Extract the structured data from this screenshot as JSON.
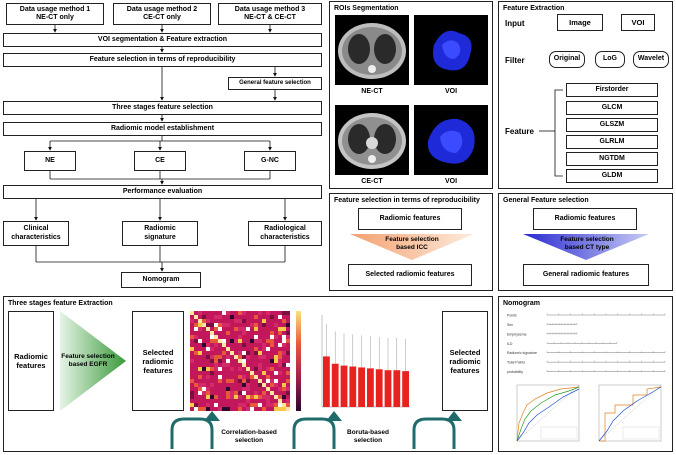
{
  "workflow": {
    "usage": [
      {
        "title": "Data usage method 1",
        "sub": "NE-CT only"
      },
      {
        "title": "Data usage method 2",
        "sub": "CE-CT only"
      },
      {
        "title": "Data usage method 3",
        "sub": "NE-CT & CE-CT"
      }
    ],
    "voi_seg": "VOI segmentation & Feature extraction",
    "feat_repro": "Feature selection in terms of reproducibility",
    "general_fs": "General feature selection",
    "three_stage": "Three stages feature selection",
    "model_est": "Radiomic model establishment",
    "models": [
      "NE",
      "CE",
      "G-NC"
    ],
    "perf_eval": "Performance evaluation",
    "outputs": [
      "Clinical\ncharacteristics",
      "Radiomic\nsignature",
      "Radiological\ncharacteristics"
    ],
    "nomogram": "Nomogram"
  },
  "rois": {
    "title": "ROIs Segmentation",
    "labels": [
      "NE-CT",
      "VOI",
      "CE-CT",
      "VOI"
    ]
  },
  "feature_extraction": {
    "title": "Feature Extraction",
    "input_label": "Input",
    "inputs": [
      "Image",
      "VOI"
    ],
    "filter_label": "Filter",
    "filters": [
      "Original",
      "LoG",
      "Wavelet"
    ],
    "feature_label": "Feature",
    "features": [
      "Firstorder",
      "GLCM",
      "GLSZM",
      "GLRLM",
      "NGTDM",
      "GLDM"
    ]
  },
  "repro": {
    "title": "Feature selection in terms of reproducibility",
    "top": "Radiomic features",
    "funnel": "Feature selection\nbased ICC",
    "bottom": "Selected radiomic features",
    "color": "#f4a070"
  },
  "general": {
    "title": "General Feature selection",
    "top": "Radiomic features",
    "funnel": "Feature selection\nbased CT type",
    "bottom": "General radiomic features",
    "color": "#3a3ad6"
  },
  "three_stages": {
    "title": "Three stages feature Extraction",
    "box1": "Radiomic\nfeatures",
    "arrow_text": "Feature selection\nbased EGFR",
    "box2": "Selected\nradiomic\nfeatures",
    "box3": "Selected\nradiomic\nfeatures",
    "corr_label": "Correlation-based\nselection",
    "boruta_label": "Boruta-based\nselection",
    "boruta_values": [
      0.55,
      0.47,
      0.45,
      0.44,
      0.43,
      0.42,
      0.41,
      0.4,
      0.4,
      0.39
    ],
    "green": "#5cb85c",
    "teal": "#1f6b6b"
  },
  "nomogram_panel": {
    "title": "Nomogram",
    "rows": [
      "Points",
      "Sex",
      "Emphysema",
      "ILD",
      "Radiomic signature",
      "Total Points",
      "probability"
    ]
  }
}
